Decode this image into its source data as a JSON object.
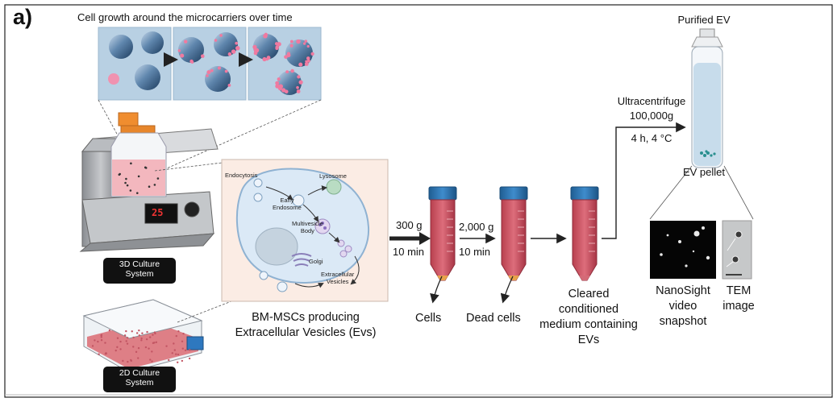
{
  "panel_letter": "a)",
  "microcarrier_title": "Cell growth around the microcarriers over time",
  "culture_3d": {
    "line1": "3D Culture",
    "line2": "System",
    "display": "25"
  },
  "culture_2d": {
    "line1": "2D Culture",
    "line2": "System"
  },
  "cell": {
    "caption_line1": "BM-MSCs producing",
    "caption_line2": "Extracellular Vesicles (Evs)",
    "labels": {
      "endocytosis": "Endocytosis",
      "early_endosome": "Early\nEndosome",
      "lysosome": "Lysosome",
      "multivesicle_body": "Multivesicle\nBody",
      "golgi": "Golgi",
      "extracellular_vesicles": "Extracellular\nVesicles"
    }
  },
  "spin1": {
    "speed": "300 g",
    "time": "10 min"
  },
  "spin2": {
    "speed": "2,000 g",
    "time": "10 min"
  },
  "outputs": {
    "cells": "Cells",
    "dead_cells": "Dead cells",
    "cleared_line1": "Cleared",
    "cleared_line2": "conditioned",
    "cleared_line3": "medium containing",
    "cleared_line4": "EVs"
  },
  "ultra": {
    "line1": "Ultracentrifuge",
    "line2": "100,000g",
    "conditions": "4 h, 4 °C"
  },
  "purified_ev": "Purified EV",
  "ev_pellet": "EV pellet",
  "nanosight": {
    "line1": "NanoSight",
    "line2": "video",
    "line3": "snapshot"
  },
  "tem": {
    "line1": "TEM",
    "line2": "image"
  },
  "colors": {
    "cap_blue": "#2f78b4",
    "medium_red": "#c8485a",
    "tube_blue": "#c7dceb",
    "cell_blue": "#dbe9f6",
    "arrow": "#222222"
  }
}
